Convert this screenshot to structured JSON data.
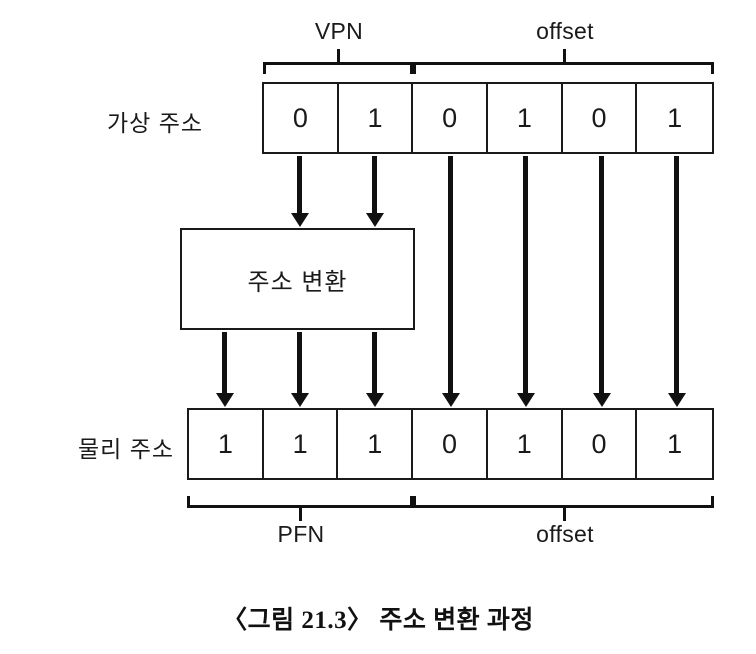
{
  "diagram": {
    "caption": "〈그림 21.3〉 주소 변환 과정",
    "virtual_address": {
      "label": "가상 주소",
      "bits": [
        "0",
        "1",
        "0",
        "1",
        "0",
        "1"
      ],
      "fields": [
        {
          "name": "VPN",
          "label": "VPN",
          "bit_count": 2
        },
        {
          "name": "offset",
          "label": "offset",
          "bit_count": 4
        }
      ]
    },
    "translation": {
      "label": "주소 변환"
    },
    "physical_address": {
      "label": "물리 주소",
      "bits": [
        "1",
        "1",
        "1",
        "0",
        "1",
        "0",
        "1"
      ],
      "fields": [
        {
          "name": "PFN",
          "label": "PFN",
          "bit_count": 3
        },
        {
          "name": "offset",
          "label": "offset",
          "bit_count": 4
        }
      ]
    },
    "colors": {
      "stroke": "#1a1a1a",
      "background": "#ffffff"
    }
  }
}
